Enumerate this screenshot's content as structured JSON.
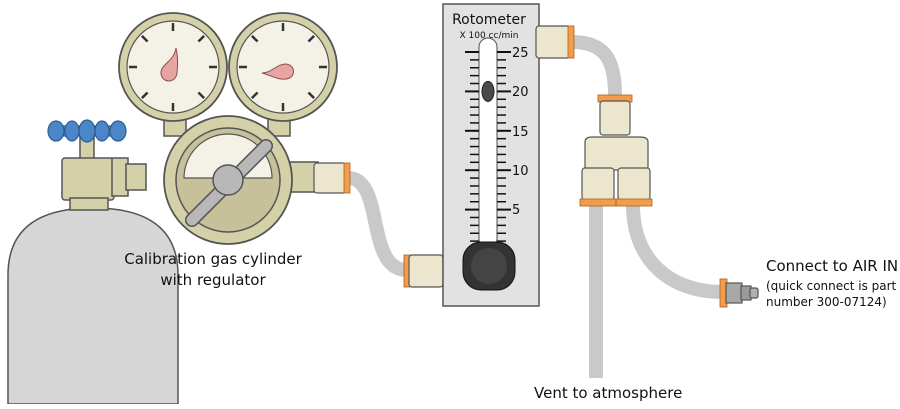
{
  "labels": {
    "cylinder_line1": "Calibration gas cylinder",
    "cylinder_line2": "with regulator",
    "vent": "Vent to atmosphere",
    "air_in_line1": "Connect to AIR IN",
    "air_in_line2": "(quick connect is part",
    "air_in_line3": "number 300-07124)"
  },
  "rotometer": {
    "title": "Rotometer",
    "units": "X 100 cc/min",
    "scale_values": [
      "25",
      "20",
      "15",
      "10",
      "5"
    ],
    "float_value": 20
  },
  "colors": {
    "tubing": "#c9c9c9",
    "brass": "#d4d0a8",
    "fitting": "#ece6cf",
    "orange": "#f39c4a",
    "knob": "#4a86c8",
    "cylinder": "#d6d6d6",
    "needle": "#e8a3a3"
  }
}
